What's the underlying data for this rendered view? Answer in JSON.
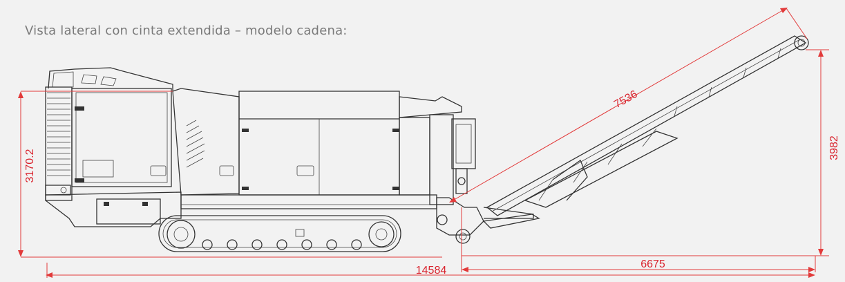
{
  "caption": "Vista lateral con cinta extendida – modelo cadena:",
  "dimensions": {
    "height_left": "3170.2",
    "conveyor_length": "7536",
    "height_right": "3982",
    "total_length": "14584",
    "conveyor_reach": "6675"
  },
  "colors": {
    "dimension": "#e23a3a",
    "machine": "#333333",
    "background": "#f2f2f2",
    "caption": "#7a7a7a"
  }
}
